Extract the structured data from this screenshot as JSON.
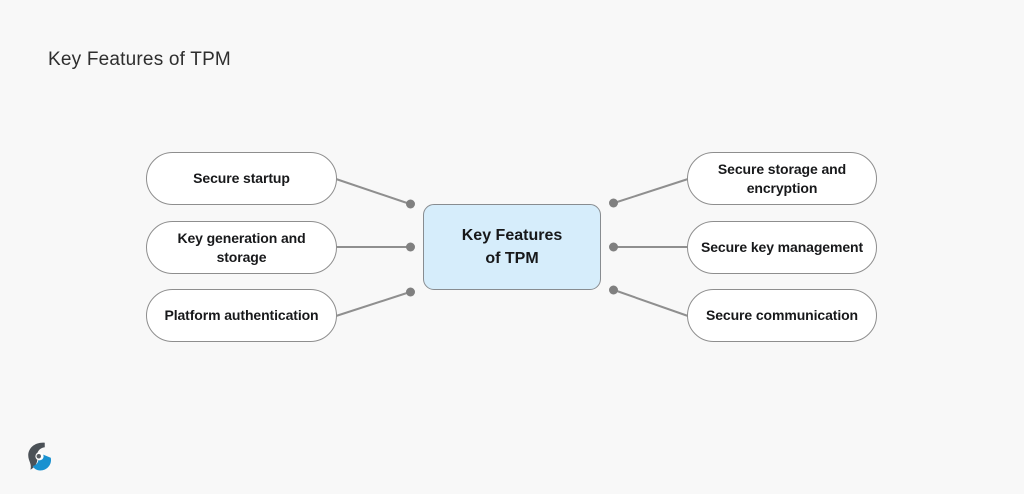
{
  "title": "Key Features of TPM",
  "diagram": {
    "center": {
      "line1": "Key Features",
      "line2": "of TPM"
    },
    "left_nodes": [
      {
        "label": "Secure startup"
      },
      {
        "label": "Key generation and storage"
      },
      {
        "label": "Platform authentication"
      }
    ],
    "right_nodes": [
      {
        "label": "Secure storage and encryption"
      },
      {
        "label": "Secure key management"
      },
      {
        "label": "Secure communication"
      }
    ]
  },
  "colors": {
    "background": "#f8f8f8",
    "node_fill": "#ffffff",
    "node_border": "#8e8e8e",
    "center_fill": "#d6edfb",
    "center_border": "#888c90",
    "connector": "#8f8f8f",
    "dot": "#808080",
    "title_text": "#2e2e2e",
    "node_text": "#18191b",
    "logo_gray": "#4b5157",
    "logo_blue": "#1991d0"
  },
  "logo": {
    "icon": "brand-swoosh-logo"
  }
}
